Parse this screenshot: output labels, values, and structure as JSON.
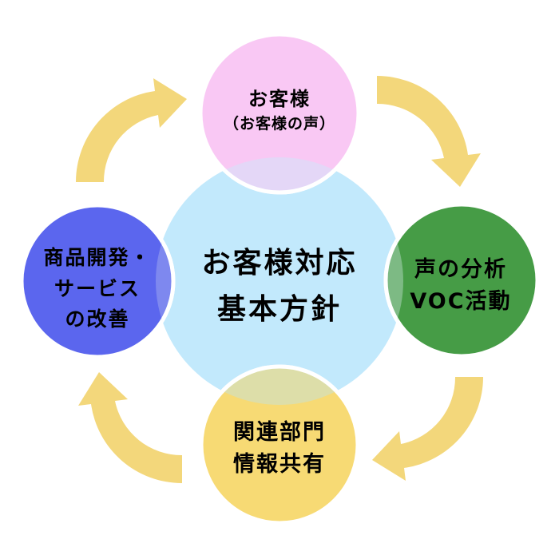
{
  "figure": {
    "type": "cycle-venn-diagram",
    "bg_color": "#ffffff",
    "border_color": "#ffffff",
    "text_color": "#000000"
  },
  "center_circle": {
    "label_lines": [
      "お客様対応",
      "基本方針"
    ],
    "color": "#c2e9fc"
  },
  "nodes": {
    "top": {
      "label_lines": [
        "お客様",
        "（お客様の声）"
      ],
      "color": "#f9c8f4",
      "overlap_color": "#e4d7f7"
    },
    "right": {
      "label_lines": [
        "声の分析",
        "VOC活動"
      ],
      "color": "#469c46",
      "overlap_color": "#7dba84"
    },
    "bottom": {
      "label_lines": [
        "関連部門",
        "情報共有"
      ],
      "color": "#f7da74",
      "overlap_color": "#dddea9"
    },
    "left": {
      "label_lines": [
        "商品開発・",
        "サービス",
        "の改善"
      ],
      "color": "#5b66ee",
      "overlap_color": "#7e88ef"
    }
  },
  "arrows": {
    "color": "#f3d77b",
    "direction": "clockwise"
  }
}
